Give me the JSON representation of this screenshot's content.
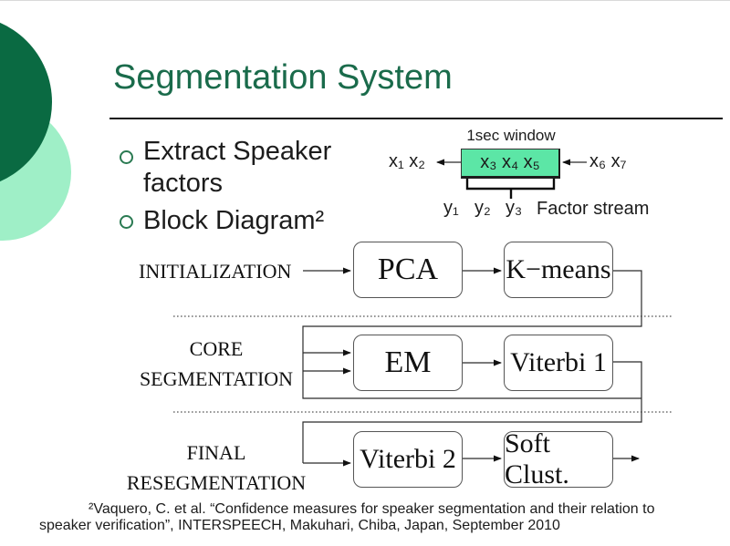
{
  "slide": {
    "title": "Segmentation System",
    "bullets": {
      "b1_line1": "Extract Speaker",
      "b1_line2": "factors",
      "b2": "Block Diagram²"
    }
  },
  "window_diagram": {
    "window_label": "1sec window",
    "left_tokens": "x₁ x₂",
    "box_tokens": "x₃ x₄ x₅",
    "right_tokens": "x₆ x₇",
    "outputs": [
      "y₁",
      "y₂",
      "y₃"
    ],
    "stream_label": "Factor stream",
    "box_color": "#5ce6a6"
  },
  "block_diagram": {
    "rows": [
      {
        "stage": [
          "INITIALIZATION"
        ],
        "boxes": [
          "PCA",
          "K−means"
        ]
      },
      {
        "stage": [
          "CORE",
          "SEGMENTATION"
        ],
        "boxes": [
          "EM",
          "Viterbi 1"
        ]
      },
      {
        "stage": [
          "FINAL",
          "RESEGMENTATION"
        ],
        "boxes": [
          "Viterbi 2",
          "Soft Clust."
        ]
      }
    ]
  },
  "footnote": {
    "line1": "²Vaquero, C. et al. “Confidence measures for speaker segmentation and their relation to",
    "line2": "speaker verification”, INTERSPEECH, Makuhari, Chiba, Japan, September 2010"
  },
  "colors": {
    "dark_circle": "#0a6a42",
    "light_circle": "#9fefc7",
    "title_green": "#1a6b4b",
    "window_box_green": "#5ce6a6"
  }
}
